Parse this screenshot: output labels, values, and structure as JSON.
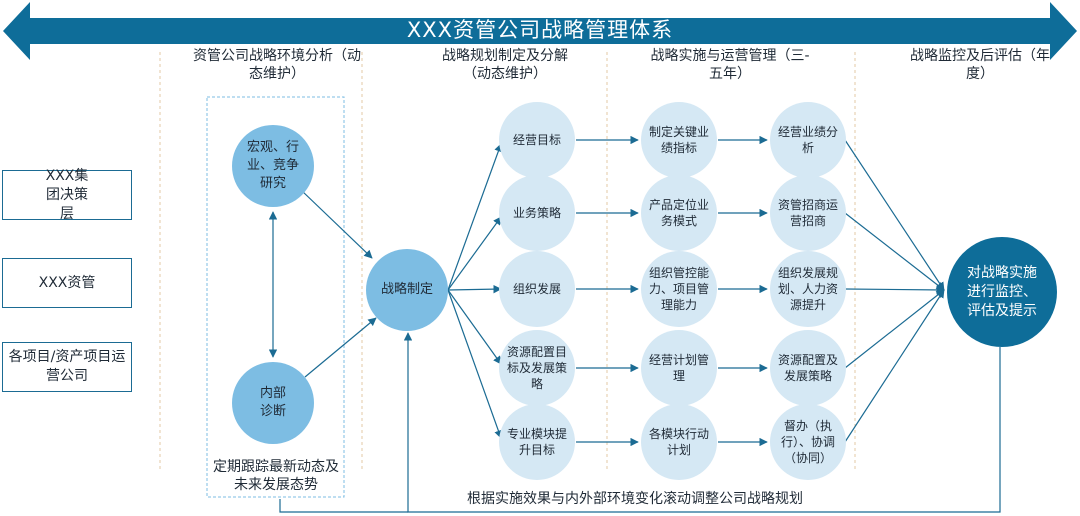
{
  "title": "XXX资管公司战略管理体系",
  "columns": [
    {
      "label": "资管公司战略环境分析（动态维护）"
    },
    {
      "label": "战略规划制定及分解（动态维护）"
    },
    {
      "label": "战略实施与运营管理（三-五年）"
    },
    {
      "label": "战略监控及后评估（年度）"
    }
  ],
  "levels": [
    {
      "label": "XXX集团决策层"
    },
    {
      "label": "XXX资管"
    },
    {
      "label": "各项目/资产项目运营公司"
    }
  ],
  "analysis": {
    "macro": "宏观、行业、竞争研究",
    "internal": "内部诊断",
    "tracking_note": "定期跟踪最新动态及未来发展态势"
  },
  "strategy_node": "战略制定",
  "goals": [
    "经营目标",
    "业务策略",
    "组织发展",
    "资源配置目标及发展策略",
    "专业模块提升目标"
  ],
  "actions": [
    "制定关键业绩指标",
    "产品定位业务模式",
    "组织管控能力、项目管理能力",
    "经营计划管理",
    "各模块行动计划"
  ],
  "results": [
    "经营业绩分析",
    "资管招商运营招商",
    "组织发展规划、人力资源提升",
    "资源配置及发展策略",
    "督办（执行）、协调（协同）"
  ],
  "monitor_node": "对战略实施进行监控、评估及提示",
  "feedback_note": "根据实施效果与内外部环境变化滚动调整公司战略规划",
  "colors": {
    "dark": "#0e6d99",
    "mid": "#7dbde3",
    "light": "#d5e8f4",
    "line": "#1b6b93",
    "divider": "#e3c9a6"
  }
}
